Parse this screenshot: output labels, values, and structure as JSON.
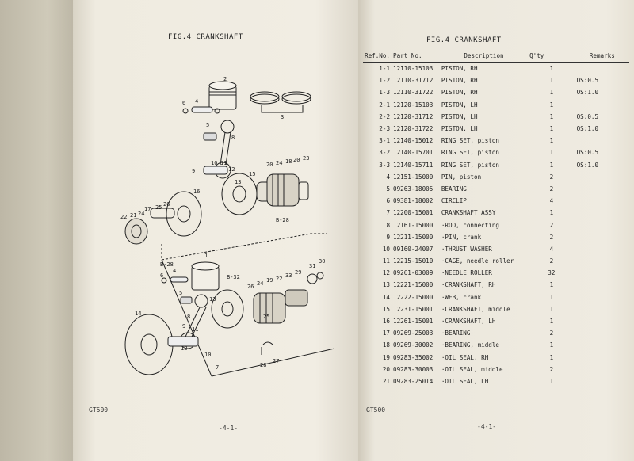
{
  "left_page": {
    "title": "FIG.4  CRANKSHAFT",
    "model": "GT500",
    "page_number": "-4-1-",
    "diagram_labels": [
      "1",
      "2",
      "3",
      "4",
      "5",
      "6",
      "7",
      "8",
      "9",
      "10",
      "11",
      "12",
      "13",
      "14",
      "15",
      "16",
      "17",
      "18",
      "19",
      "20",
      "21",
      "22",
      "23",
      "24",
      "25",
      "26",
      "27",
      "28",
      "29",
      "30",
      "31"
    ],
    "arrow_labels": [
      "B-28",
      "B-28",
      "B-32"
    ]
  },
  "right_page": {
    "title": "FIG.4  CRANKSHAFT",
    "model": "GT500",
    "page_number": "-4-1-",
    "headers": {
      "ref": "Ref.No.",
      "part": "Part  No.",
      "desc": "Description",
      "qty": "Q'ty",
      "remarks": "Remarks"
    },
    "rows": [
      {
        "ref": "1-1",
        "part": "12110-15103",
        "desc": "PISTON, RH",
        "qty": "1",
        "rem": ""
      },
      {
        "ref": "1-2",
        "part": "12110-31712",
        "desc": "PISTON, RH",
        "qty": "1",
        "rem": "OS:0.5"
      },
      {
        "ref": "1-3",
        "part": "12110-31722",
        "desc": "PISTON, RH",
        "qty": "1",
        "rem": "OS:1.0"
      },
      {
        "ref": "2-1",
        "part": "12120-15103",
        "desc": "PISTON, LH",
        "qty": "1",
        "rem": ""
      },
      {
        "ref": "2-2",
        "part": "12120-31712",
        "desc": "PISTON, LH",
        "qty": "1",
        "rem": "OS:0.5"
      },
      {
        "ref": "2-3",
        "part": "12120-31722",
        "desc": "PISTON, LH",
        "qty": "1",
        "rem": "OS:1.0"
      },
      {
        "ref": "3-1",
        "part": "12140-15012",
        "desc": "RING SET, piston",
        "qty": "1",
        "rem": ""
      },
      {
        "ref": "3-2",
        "part": "12140-15701",
        "desc": "RING SET, piston",
        "qty": "1",
        "rem": "OS:0.5"
      },
      {
        "ref": "3-3",
        "part": "12140-15711",
        "desc": "RING SET, piston",
        "qty": "1",
        "rem": "OS:1.0"
      },
      {
        "ref": "4",
        "part": "12151-15000",
        "desc": "PIN, piston",
        "qty": "2",
        "rem": ""
      },
      {
        "ref": "5",
        "part": "09263-18005",
        "desc": "BEARING",
        "qty": "2",
        "rem": ""
      },
      {
        "ref": "6",
        "part": "09381-18002",
        "desc": "CIRCLIP",
        "qty": "4",
        "rem": ""
      },
      {
        "ref": "7",
        "part": "12200-15001",
        "desc": "CRANKSHAFT ASSY",
        "qty": "1",
        "rem": ""
      },
      {
        "ref": "8",
        "part": "12161-15000",
        "desc": "·ROD, connecting",
        "qty": "2",
        "rem": ""
      },
      {
        "ref": "9",
        "part": "12211-15000",
        "desc": "·PIN, crank",
        "qty": "2",
        "rem": ""
      },
      {
        "ref": "10",
        "part": "09160-24007",
        "desc": "·THRUST WASHER",
        "qty": "4",
        "rem": ""
      },
      {
        "ref": "11",
        "part": "12215-15010",
        "desc": "·CAGE, needle roller",
        "qty": "2",
        "rem": ""
      },
      {
        "ref": "12",
        "part": "09261-03009",
        "desc": "·NEEDLE ROLLER",
        "qty": "32",
        "rem": ""
      },
      {
        "ref": "13",
        "part": "12221-15000",
        "desc": "·CRANKSHAFT, RH",
        "qty": "1",
        "rem": ""
      },
      {
        "ref": "14",
        "part": "12222-15000",
        "desc": "·WEB, crank",
        "qty": "1",
        "rem": ""
      },
      {
        "ref": "15",
        "part": "12231-15001",
        "desc": "·CRANKSHAFT, middle",
        "qty": "1",
        "rem": ""
      },
      {
        "ref": "16",
        "part": "12261-15001",
        "desc": "·CRANKSHAFT, LH",
        "qty": "1",
        "rem": ""
      },
      {
        "ref": "17",
        "part": "09269-25003",
        "desc": "·BEARING",
        "qty": "2",
        "rem": ""
      },
      {
        "ref": "18",
        "part": "09269-30002",
        "desc": "·BEARING, middle",
        "qty": "1",
        "rem": ""
      },
      {
        "ref": "19",
        "part": "09283-35002",
        "desc": "·OIL SEAL, RH",
        "qty": "1",
        "rem": ""
      },
      {
        "ref": "20",
        "part": "09283-30003",
        "desc": "·OIL SEAL, middle",
        "qty": "2",
        "rem": ""
      },
      {
        "ref": "21",
        "part": "09283-25014",
        "desc": "·OIL SEAL, LH",
        "qty": "1",
        "rem": ""
      }
    ]
  }
}
